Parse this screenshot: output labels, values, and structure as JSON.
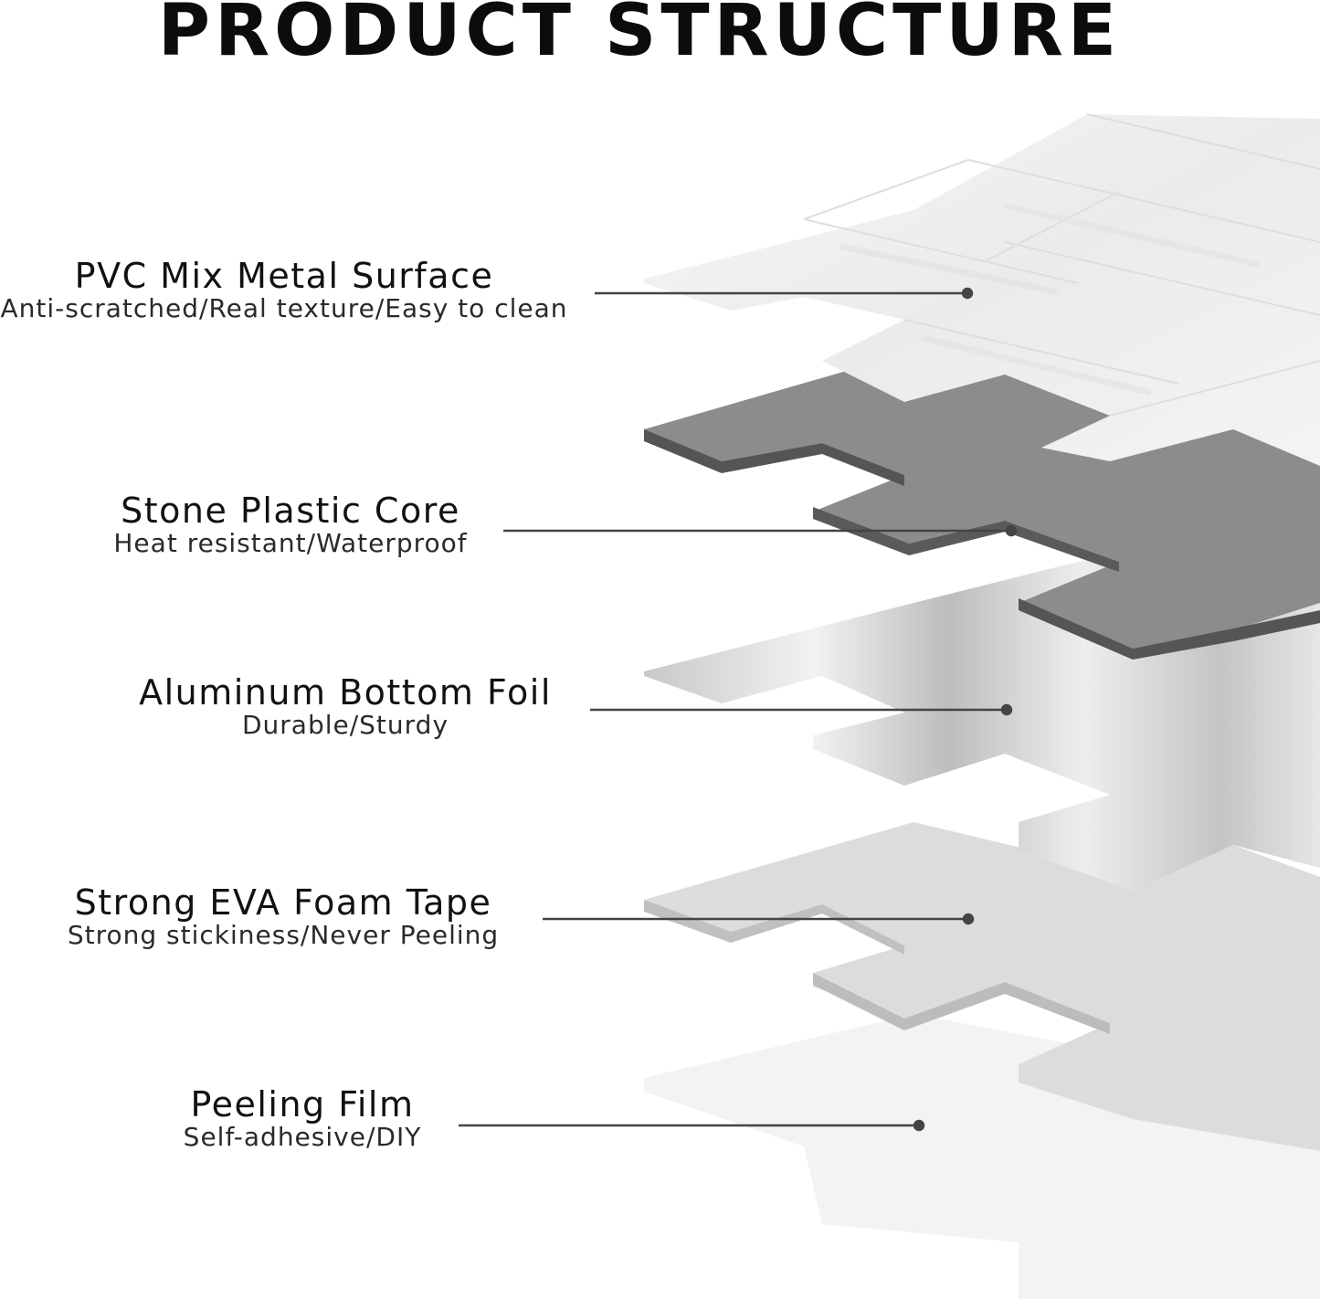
{
  "title": "PRODUCT STRUCTURE",
  "layers": [
    {
      "name": "PVC Mix Metal Surface",
      "desc": "Anti-scratched/Real texture/Easy to clean"
    },
    {
      "name": "Stone Plastic Core",
      "desc": "Heat resistant/Waterproof"
    },
    {
      "name": "Aluminum Bottom Foil",
      "desc": "Durable/Sturdy"
    },
    {
      "name": "Strong EVA Foam Tape",
      "desc": "Strong stickiness/Never Peeling"
    },
    {
      "name": "Peeling Film",
      "desc": "Self-adhesive/DIY"
    }
  ]
}
